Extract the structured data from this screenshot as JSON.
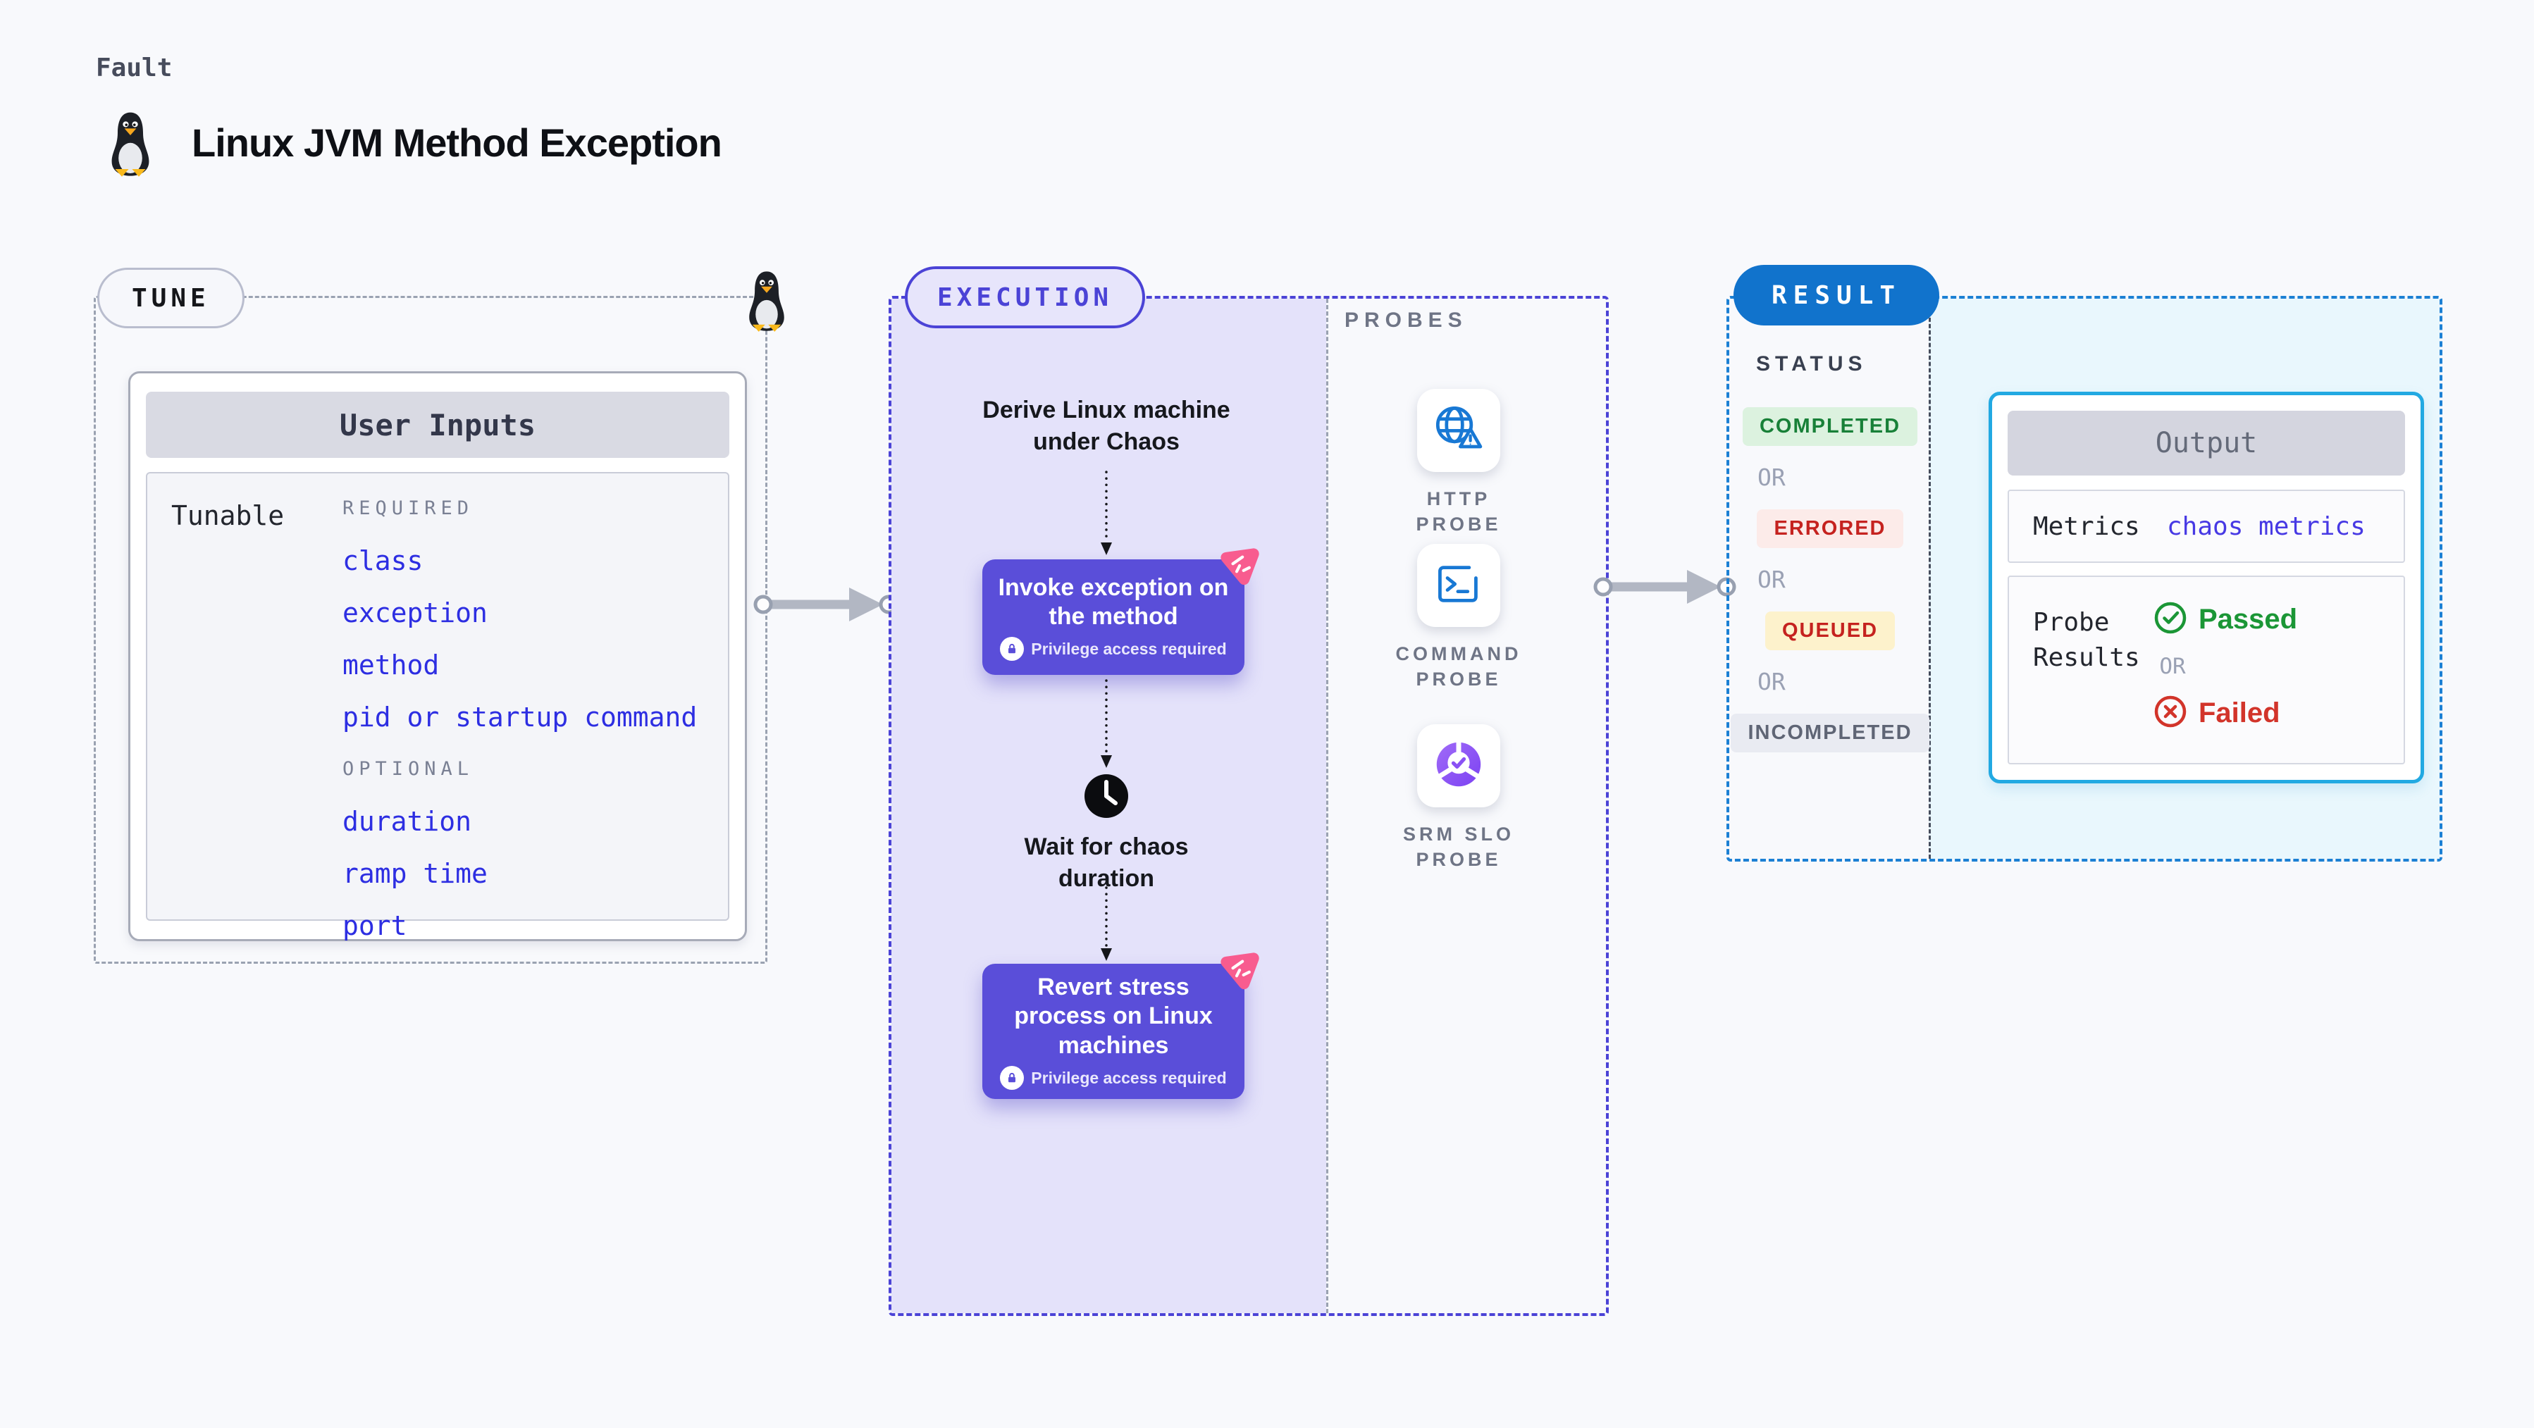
{
  "page": {
    "kicker": "Fault",
    "title": "Linux JVM Method Exception"
  },
  "tune": {
    "label": "TUNE",
    "user_inputs_title": "User Inputs",
    "tunable_label": "Tunable",
    "required_label": "REQUIRED",
    "optional_label": "OPTIONAL",
    "required_items": [
      "class",
      "exception",
      "method",
      "pid or startup command"
    ],
    "optional_items": [
      "duration",
      "ramp time",
      "port"
    ]
  },
  "execution": {
    "label": "EXECUTION",
    "step_derive": "Derive Linux machine under Chaos",
    "action_invoke": {
      "title": "Invoke exception on the method",
      "note": "Privilege access required"
    },
    "step_wait": "Wait for chaos duration",
    "action_revert": {
      "title": "Revert stress process on Linux machines",
      "note": "Privilege access required"
    }
  },
  "probes": {
    "label": "PROBES",
    "items": [
      {
        "name": "HTTP PROBE",
        "icon": "globe-alert-icon"
      },
      {
        "name": "COMMAND PROBE",
        "icon": "terminal-icon"
      },
      {
        "name": "SRM SLO PROBE",
        "icon": "slo-donut-check-icon"
      }
    ]
  },
  "result": {
    "label": "RESULT",
    "status_label": "STATUS",
    "or_label": "OR",
    "statuses": [
      {
        "label": "COMPLETED",
        "fg": "#188038",
        "bg": "#dcf2df"
      },
      {
        "label": "ERRORED",
        "fg": "#c5221f",
        "bg": "#fcebe9"
      },
      {
        "label": "QUEUED",
        "fg": "#c5221f",
        "bg": "#fdf2cc"
      },
      {
        "label": "INCOMPLETED",
        "fg": "#5f6575",
        "bg": "#e9ebf2"
      }
    ],
    "output": {
      "title": "Output",
      "metrics_label": "Metrics",
      "metrics_link": "chaos metrics",
      "probe_results_label": "Probe Results",
      "passed_label": "Passed",
      "or_label": "OR",
      "failed_label": "Failed"
    }
  },
  "colors": {
    "page_bg": "#f8f9fc",
    "lavender_flow_bg": "#e4e2fa",
    "indigo_accent": "#4b43d6",
    "purple_action": "#5a4ed9",
    "pink_chaos_badge": "#f85c8f",
    "tunable_link_blue": "#2d2ee2",
    "probe_icon_blue": "#1878d4",
    "result_pill_blue": "#1173cc",
    "result_border_blue": "#1c80d4",
    "output_border_cyan": "#22a9e2",
    "output_bg_cyan": "#e9f7fd",
    "passed_green": "#1b9636",
    "failed_red": "#d2342a",
    "gray_dash": "#9aa2b1"
  }
}
